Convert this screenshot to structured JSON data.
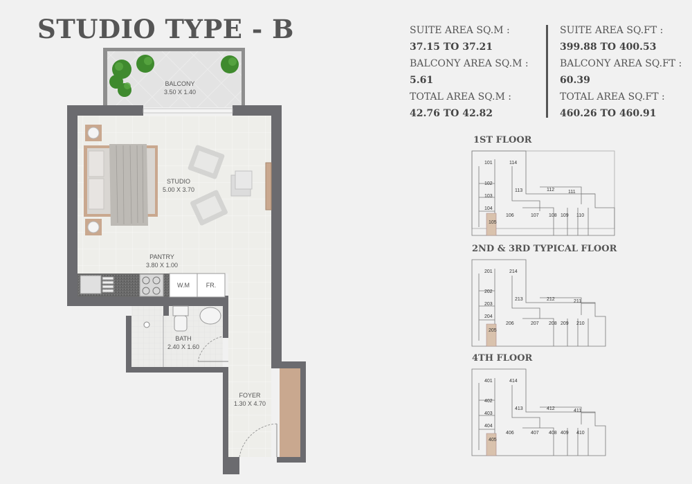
{
  "title": "STUDIO TYPE - B",
  "areas": {
    "left": [
      {
        "heading": "SUITE AREA SQ.M :",
        "value": "37.15  TO  37.21"
      },
      {
        "heading": "BALCONY AREA SQ.M :",
        "value": "5.61"
      },
      {
        "heading": "TOTAL AREA SQ.M :",
        "value": "42.76  TO  42.82"
      }
    ],
    "right": [
      {
        "heading": "SUITE AREA SQ.FT :",
        "value": "399.88 TO  400.53"
      },
      {
        "heading": "BALCONY AREA SQ.FT :",
        "value": "60.39"
      },
      {
        "heading": "TOTAL AREA SQ.FT :",
        "value": "460.26  TO  460.91"
      }
    ]
  },
  "rooms": {
    "balcony": {
      "name": "BALCONY",
      "size": "3.50 X 1.40"
    },
    "studio": {
      "name": "STUDIO",
      "size": "5.00 X 3.70"
    },
    "pantry": {
      "name": "PANTRY",
      "size": "3.80 X 1.00"
    },
    "bath": {
      "name": "BATH",
      "size": "2.40 X 1.60"
    },
    "foyer": {
      "name": "FOYER",
      "size": "1.30 X 4.70"
    },
    "wm": "W.M",
    "fr": "FR."
  },
  "key_plans": [
    {
      "title": "1ST FLOOR",
      "units": [
        "101",
        "102",
        "103",
        "104",
        "105",
        "106",
        "107",
        "108",
        "109",
        "110",
        "111",
        "112",
        "113",
        "114"
      ],
      "highlight": "105"
    },
    {
      "title": "2ND & 3RD TYPICAL FLOOR",
      "units": [
        "201",
        "202",
        "203",
        "204",
        "205",
        "206",
        "207",
        "208",
        "209",
        "210",
        "211",
        "212",
        "213",
        "214"
      ],
      "highlight": "205"
    },
    {
      "title": "4TH FLOOR",
      "units": [
        "401",
        "402",
        "403",
        "404",
        "405",
        "406",
        "407",
        "408",
        "409",
        "410",
        "411",
        "412",
        "413",
        "414"
      ],
      "highlight": "405"
    }
  ],
  "colors": {
    "wall": "#6b6b6f",
    "floor": "#eeeeea",
    "wood": "#c9a88f",
    "highlight": "#d9c2ad",
    "plant": "#3f8a2e"
  }
}
